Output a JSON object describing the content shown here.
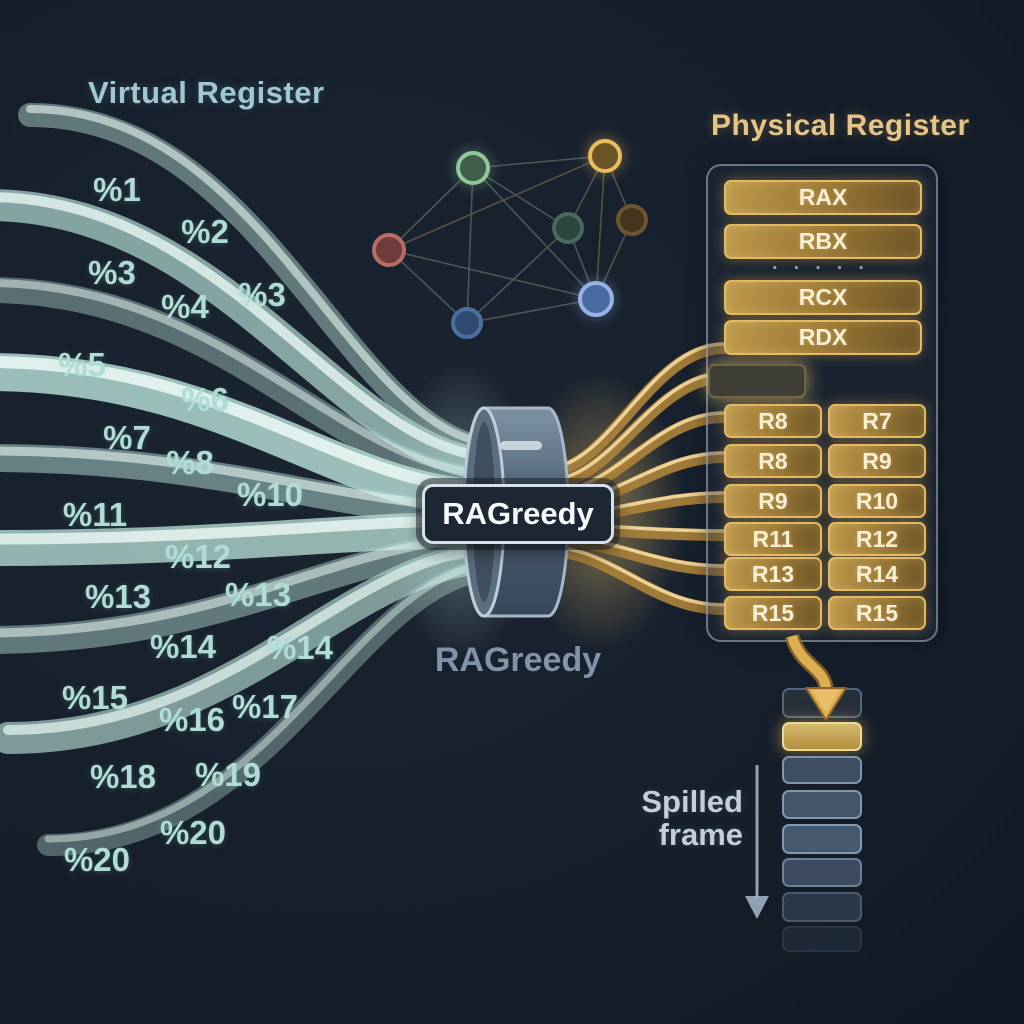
{
  "headings": {
    "virtual": "Virtual Register",
    "physical": "Physical Register"
  },
  "allocator": {
    "label": "RAGreedy",
    "subtitle": "RAGreedy"
  },
  "vregs": {
    "labels": [
      "%1",
      "%2",
      "%3",
      "%4",
      "%3",
      "%5",
      "%6",
      "%7",
      "%8",
      "%10",
      "%11",
      "%12",
      "%13",
      "%13",
      "%14",
      "%14",
      "%15",
      "%16",
      "%17",
      "%18",
      "%19",
      "%20",
      "%20"
    ]
  },
  "pregs": {
    "full": [
      "RAX",
      "RBX",
      "RCX",
      "RDX"
    ],
    "dots": "· · · · ·",
    "pairs": [
      [
        "",
        ""
      ],
      [
        "R8",
        "R7"
      ],
      [
        "R8",
        "R9"
      ],
      [
        "R9",
        "R10"
      ],
      [
        "R11",
        "R12"
      ],
      [
        "R13",
        "R14"
      ],
      [
        "R15",
        "R15"
      ]
    ]
  },
  "spill": {
    "line1": "Spilled",
    "line2": "frame"
  },
  "interference_graph": {
    "node_colors": [
      "#8fc89c",
      "#e9bc5e",
      "#6b5630",
      "#49695d",
      "#bb6b66",
      "#96b2e6",
      "#4c6fa2"
    ]
  },
  "colors": {
    "background": "#161f2c",
    "virtual_stream": "#a9cfc8",
    "physical_stream": "#d9a94e",
    "virtual_text": "#b0dcd5",
    "physical_text": "#e5c486",
    "spill_highlight": "#d6ba6c"
  }
}
